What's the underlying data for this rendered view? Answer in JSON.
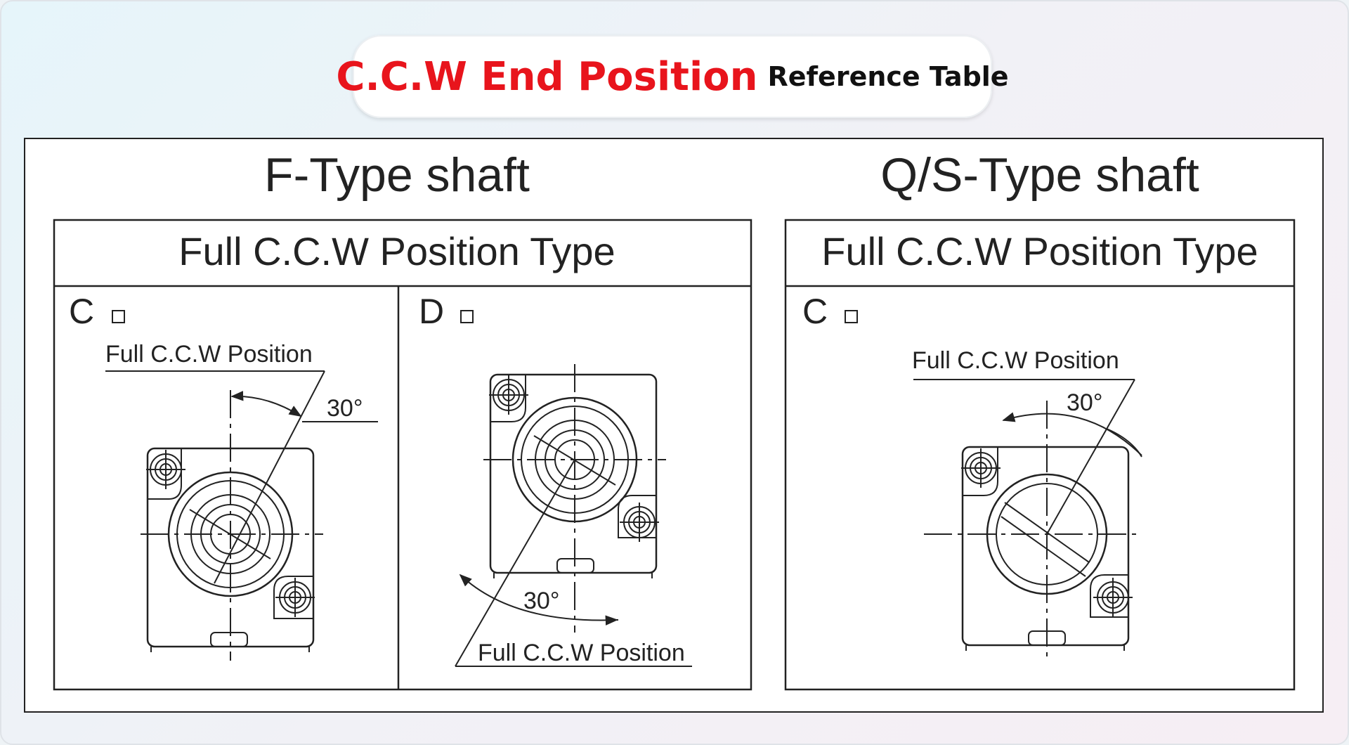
{
  "header": {
    "title_main": "C.C.W End Position",
    "title_sub": "Reference Table"
  },
  "left_group": {
    "title": "F-Type shaft",
    "box_header": "Full C.C.W Position Type",
    "panel_c": {
      "code": "C",
      "position_label": "Full C.C.W Position",
      "angle_label": "30°"
    },
    "panel_d": {
      "code": "D",
      "position_label": "Full C.C.W Position",
      "angle_label": "30°"
    }
  },
  "right_group": {
    "title": "Q/S-Type shaft",
    "box_header": "Full C.C.W Position Type",
    "panel_c": {
      "code": "C",
      "position_label": "Full C.C.W Position",
      "angle_label": "30°"
    }
  },
  "colors": {
    "title_red": "#e8141c",
    "line": "#222222",
    "background": "#ffffff"
  }
}
